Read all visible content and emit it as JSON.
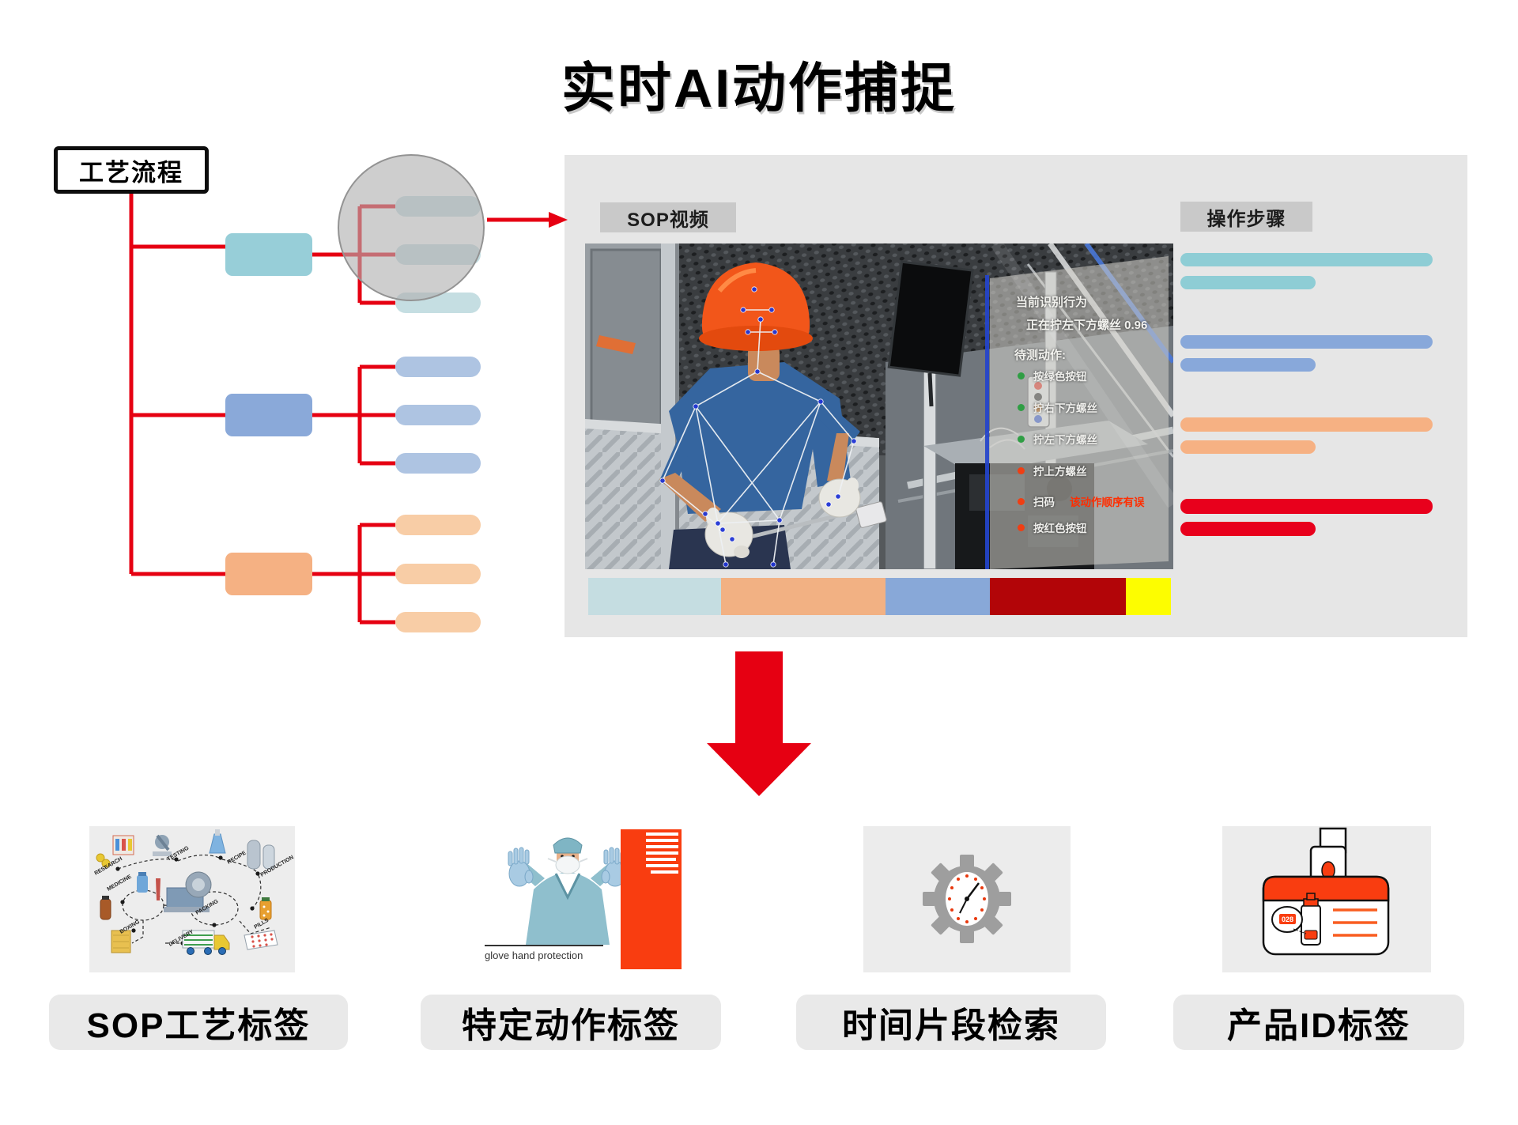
{
  "title": "实时AI动作捕捉",
  "colors": {
    "red": "#e60012",
    "dark_red": "#b20508",
    "yellow": "#fdfd00",
    "panel_bg": "#e6e6e6",
    "tag_bg": "#c9c9c9",
    "caption_bg": "#e9e9e9"
  },
  "flow": {
    "root_label": "工艺流程",
    "line_color": "#e60012",
    "branches": [
      {
        "parent_color": "#97ced8",
        "child_color": "#c5dee2",
        "children": 3
      },
      {
        "parent_color": "#8aa9d9",
        "child_color": "#aec4e2",
        "children": 3
      },
      {
        "parent_color": "#f5b183",
        "child_color": "#f8cda6",
        "children": 3
      }
    ]
  },
  "panel": {
    "video_label": "SOP视频",
    "steps_label": "操作步骤",
    "overlay": {
      "current_title": "当前识别行为",
      "current_value": "正在拧左下方螺丝 0.96",
      "pending_title": "待测动作:",
      "actions": [
        {
          "label": "按绿色按钮",
          "status": "green"
        },
        {
          "label": "拧右下方螺丝",
          "status": "green"
        },
        {
          "label": "拧左下方螺丝",
          "status": "green"
        },
        {
          "label": "拧上方螺丝",
          "status": "red"
        },
        {
          "label": "扫码",
          "status": "red",
          "warning": "该动作顺序有误"
        },
        {
          "label": "按红色按钮",
          "status": "red"
        }
      ]
    },
    "steps_groups": [
      {
        "color": "#8ecdd5"
      },
      {
        "color": "#88a8da"
      },
      {
        "color": "#f6b183"
      },
      {
        "color": "#e8001c"
      }
    ],
    "timeline": [
      {
        "color": "#c5dde1"
      },
      {
        "color": "#f2b183"
      },
      {
        "color": "#88a8d8"
      },
      {
        "color": "#b20508"
      },
      {
        "color": "#fdfd00"
      }
    ]
  },
  "bottom_items": [
    {
      "caption": "SOP工艺标签",
      "image_name": "pharma-process-illustration",
      "labels": [
        "RESEARCH",
        "TESTING",
        "RECIPE",
        "PRODUCTION",
        "MEDICINE",
        "PACKING",
        "PILLS",
        "BOXING",
        "DELIVERY"
      ]
    },
    {
      "caption": "特定动作标签",
      "image_name": "glove-protection-illustration",
      "text": "glove hand protection"
    },
    {
      "caption": "时间片段检索",
      "image_name": "clock-gear-icon"
    },
    {
      "caption": "产品ID标签",
      "image_name": "id-badge-icon",
      "code": "028"
    }
  ]
}
